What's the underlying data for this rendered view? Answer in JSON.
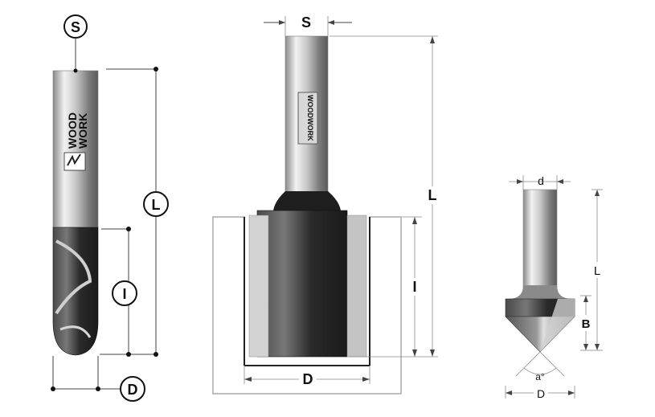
{
  "brand": {
    "line1": "WOOD",
    "line2": "WORK"
  },
  "shank_stamp": "WOODWORK",
  "bit1": {
    "s": "S",
    "l": "L",
    "i": "I",
    "d": "D"
  },
  "bit2": {
    "s": "S",
    "l": "L",
    "i": "I",
    "d": "D"
  },
  "bit3": {
    "d_small": "d",
    "l": "L",
    "b": "B",
    "angle": "a°",
    "d_big": "D"
  },
  "colors": {
    "steel_light": "#e6e6e6",
    "steel_dark": "#6f6f6f",
    "carbide": "#2b2b2b",
    "dim_line": "#444444"
  }
}
